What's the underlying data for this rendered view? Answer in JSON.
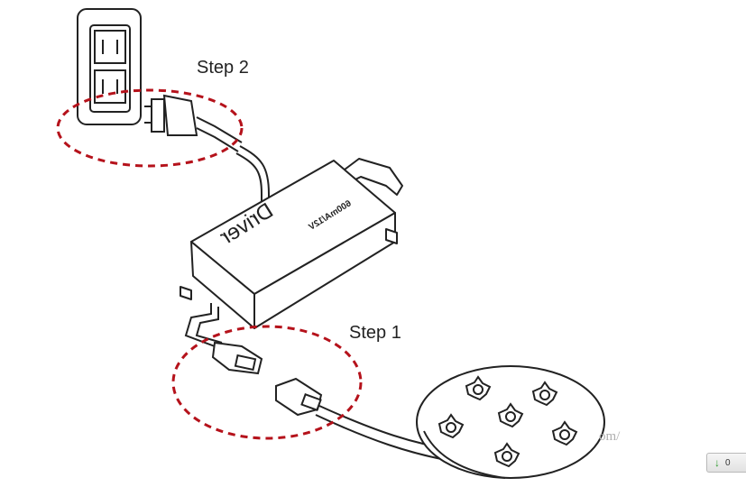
{
  "labels": {
    "step2": "Step 2",
    "step1": "Step 1"
  },
  "driver": {
    "name": "Driver",
    "rating": "600mA/12V"
  },
  "watermark": "om/",
  "download_widget": {
    "icon": "download-arrow-icon",
    "count": "0"
  },
  "colors": {
    "highlight_dashed": "#b5121b",
    "line": "#222222"
  },
  "led_board": {
    "led_count": 6
  }
}
